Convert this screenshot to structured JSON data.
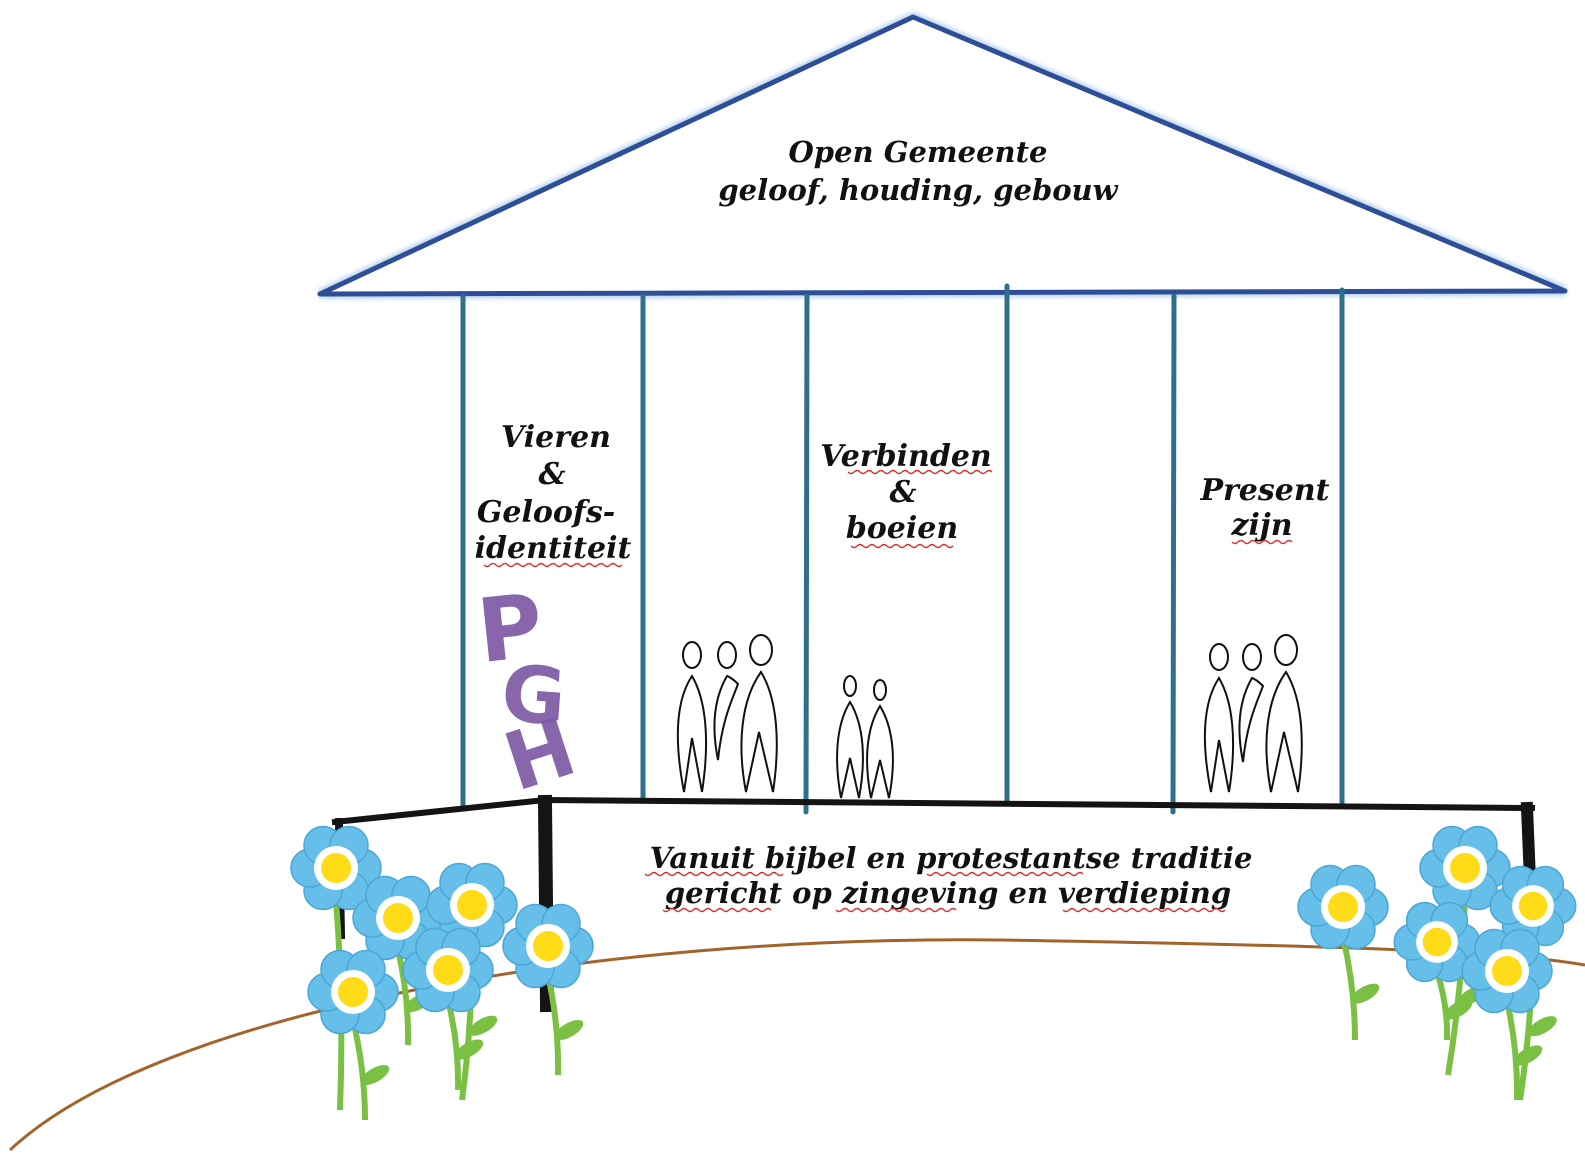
{
  "roof": {
    "title": "Open Gemeente",
    "subtitle": "geloof, houding, gebouw"
  },
  "pillars": [
    {
      "lines": [
        "Vieren",
        "&",
        "Geloofs-",
        "identiteit"
      ]
    },
    {
      "lines": [
        "Verbinden",
        "&",
        "boeien"
      ]
    },
    {
      "lines": [
        "Present",
        "zijn"
      ]
    }
  ],
  "logo": {
    "text": "PGH"
  },
  "foundation": {
    "line1": "Vanuit bijbel en protestantse traditie",
    "line2": "gericht op zingeving en verdieping"
  },
  "colors": {
    "roof_stroke": "#2e4f98",
    "pillar_stroke": "#2f6f8c",
    "foundation_stroke": "#141414",
    "ground_stroke": "#a2642a",
    "logo": "#7d5aa6",
    "petal": "#66bfe8",
    "flower_center": "#ffdb18",
    "stem": "#7ac143"
  }
}
